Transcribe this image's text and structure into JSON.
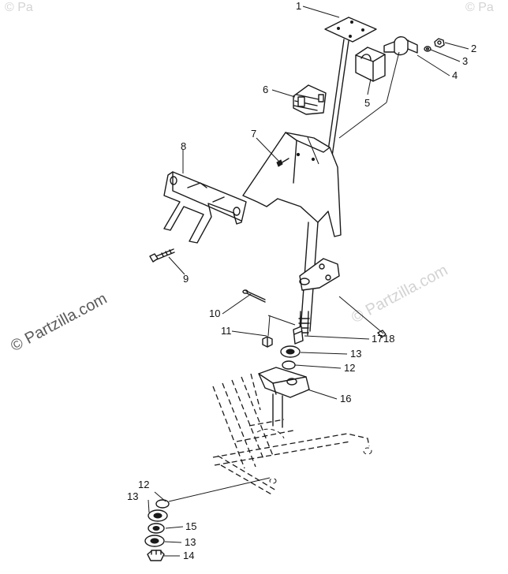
{
  "watermarks": {
    "main": "© Partzilla.com",
    "faint_center": "© Partzilla.com",
    "faint_top": "© Pa"
  },
  "callouts": [
    {
      "id": "c1",
      "label": "1"
    },
    {
      "id": "c2",
      "label": "2"
    },
    {
      "id": "c3",
      "label": "3"
    },
    {
      "id": "c4",
      "label": "4"
    },
    {
      "id": "c5",
      "label": "5"
    },
    {
      "id": "c6",
      "label": "6"
    },
    {
      "id": "c7",
      "label": "7"
    },
    {
      "id": "c8",
      "label": "8"
    },
    {
      "id": "c9",
      "label": "9"
    },
    {
      "id": "c10",
      "label": "10"
    },
    {
      "id": "c11",
      "label": "11"
    },
    {
      "id": "c17",
      "label": "17"
    },
    {
      "id": "c18",
      "label": "18"
    },
    {
      "id": "c13a",
      "label": "13"
    },
    {
      "id": "c12a",
      "label": "12"
    },
    {
      "id": "c16",
      "label": "16"
    },
    {
      "id": "c12b",
      "label": "12"
    },
    {
      "id": "c13b",
      "label": "13"
    },
    {
      "id": "c15",
      "label": "15"
    },
    {
      "id": "c13c",
      "label": "13"
    },
    {
      "id": "c14",
      "label": "14"
    }
  ]
}
